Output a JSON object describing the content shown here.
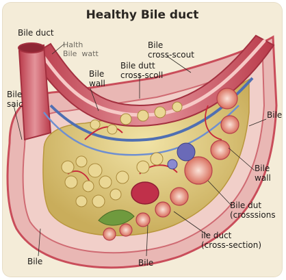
{
  "title": "Healthy Bile duct",
  "labels": {
    "bile_duct_top_left": "Bile duct",
    "health_bile_watt": "Halth\nBile  watt",
    "bile_cross_scout": "Bile\ncross-scout",
    "bile_wall_upper": "Bile\nwall",
    "bile_dutt_cross_scoll": "Bile dutt\ncross-scoll",
    "bile_saic": "Bile\nsaic",
    "bile_right": "Bile",
    "bile_wall_right": "Bile\nwall",
    "bile_dut_crossions": "Bile dut\n(crosssions",
    "ile_duct_cross_section": "ile duct\n(cross-section)",
    "bile_bottom_left": "Bile",
    "bile_bottom_center": "Bile"
  },
  "colors": {
    "background": "#f4ecd8",
    "duct_outer": "#c84a58",
    "duct_wall": "#e9a7a8",
    "fat": "#dcc77a",
    "vein": "#4f6fb2"
  }
}
